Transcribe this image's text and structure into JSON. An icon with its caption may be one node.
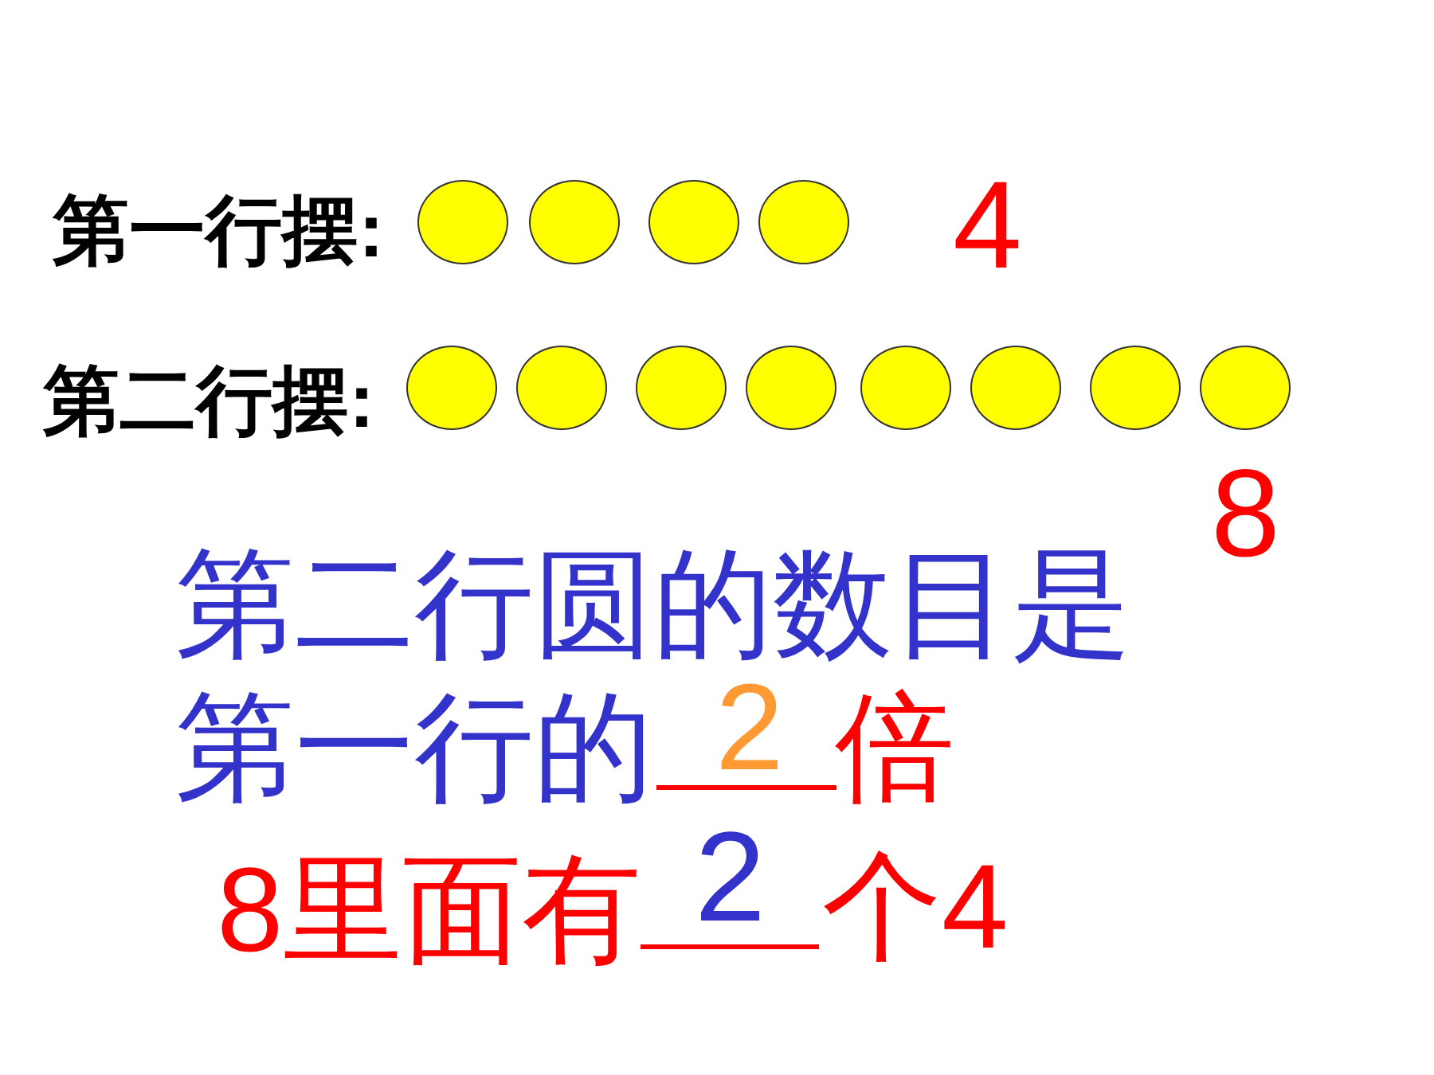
{
  "diagram": {
    "nodes": [
      {
        "text": [],
        "shape": "circle"
      },
      {
        "text": [],
        "shape": "circle"
      },
      {
        "text": [],
        "shape": "circle"
      },
      {
        "text": [],
        "shape": "circle"
      },
      {
        "text": [],
        "shape": "circle"
      },
      {
        "text": [],
        "shape": "circle"
      },
      {
        "text": [],
        "shape": "circle"
      },
      {
        "text": [],
        "shape": "circle"
      },
      {
        "text": [],
        "shape": "circle"
      },
      {
        "text": [],
        "shape": "circle"
      },
      {
        "text": [],
        "shape": "circle"
      },
      {
        "text": [],
        "shape": "circle"
      }
    ],
    "labels": [
      "第一行摆:",
      "4",
      "第二行摆:",
      "8",
      "第二行圆的数目是",
      "第一行的",
      "2",
      "倍",
      "8里面有",
      "2",
      "个4"
    ]
  }
}
